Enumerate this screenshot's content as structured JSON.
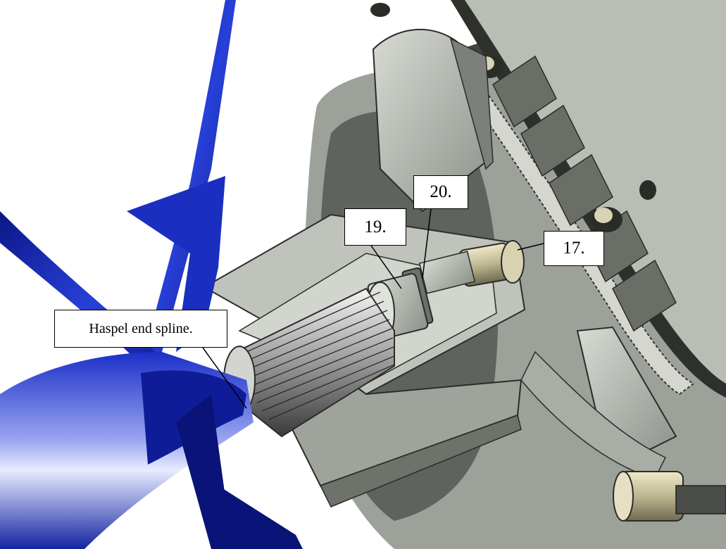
{
  "callouts": {
    "part_20": "20.",
    "part_19": "19.",
    "part_17": "17.",
    "haspel_spline": "Haspel end spline."
  },
  "colors": {
    "housing_grey": "#8f958f",
    "housing_light": "#c9ccc5",
    "dark_grey": "#3f423f",
    "blade_blue": "#1a2fc0",
    "blade_dark": "#0a1478",
    "brass": "#cfc9a6"
  }
}
